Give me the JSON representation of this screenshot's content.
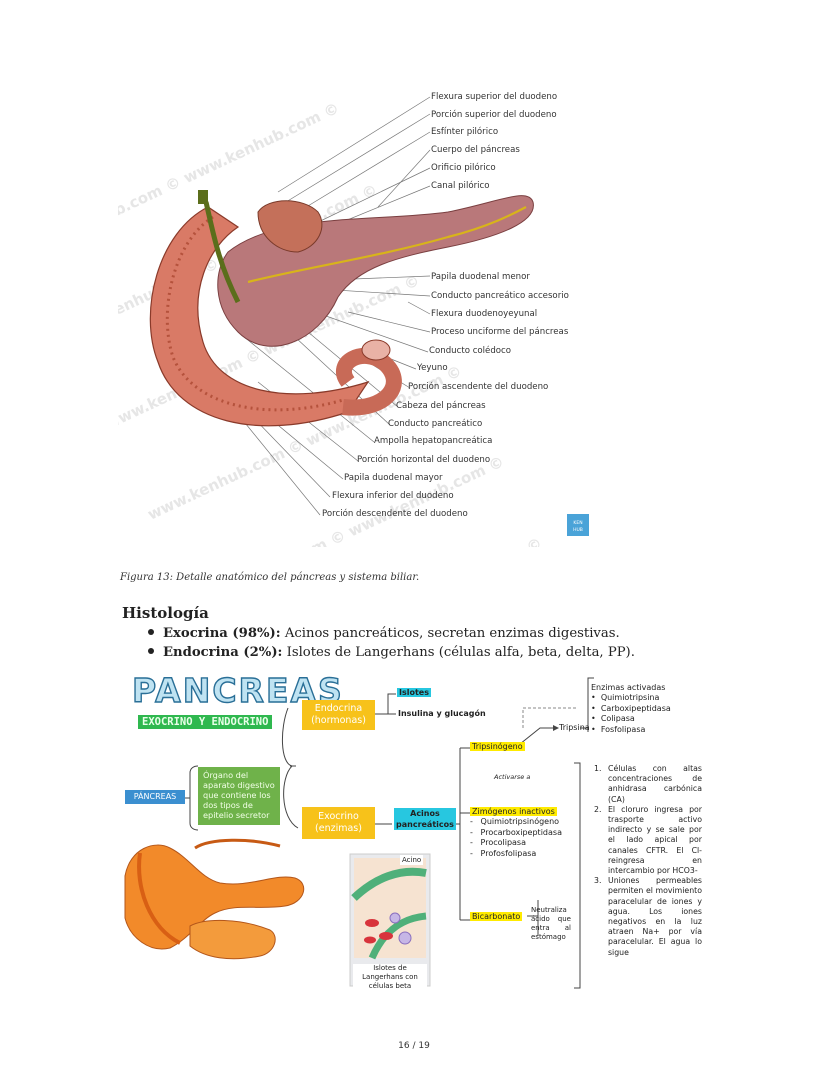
{
  "figure1": {
    "labels": [
      "Flexura superior del duodeno",
      "Porción superior del duodeno",
      "Esfínter pilórico",
      "Cuerpo del páncreas",
      "Orificio pilórico",
      "Canal pilórico",
      "Papila duodenal menor",
      "Conducto pancreático accesorio",
      "Flexura duodenoyeyunal",
      "Proceso unciforme del páncreas",
      "Conducto colédoco",
      "Yeyuno",
      "Porción ascendente del duodeno",
      "Cabeza del páncreas",
      "Conducto pancreático",
      "Ampolla hepatopancreática",
      "Porción horizontal del duodeno",
      "Papila duodenal mayor",
      "Flexura inferior del duodeno",
      "Porción descendente del duodeno"
    ],
    "watermark": "www.kenhub.com ©",
    "logo": "KEN HUB"
  },
  "caption": "Figura 13: Detalle anatómico del páncreas y sistema biliar.",
  "heading": "Histología",
  "bullets": [
    {
      "bold": "Exocrina (98%):",
      "text": " Acinos pancreáticos, secretan enzimas digestivas."
    },
    {
      "bold": "Endocrina (2%):",
      "text": " Islotes de Langerhans (células alfa, beta, delta, PP)."
    }
  ],
  "mindmap": {
    "title": "PANCREAS",
    "subtitle": "EXOCRINO Y ENDOCRINO",
    "root": "PÁNCREAS",
    "definition": "Órgano del aparato digestivo que contiene los dos tipos de epitelio secretor",
    "endocrina": "Endocrina (hormonas)",
    "islotes": "Islotes",
    "insulina": "Insulina y glucagón",
    "exocrino": "Exocrino (enzimas)",
    "acinos": "Acinos pancreáticos",
    "tripsinogeno": "Tripsinógeno",
    "activarse": "Activarse a",
    "tripsina": "Tripsina",
    "enzimas_title": "Enzimas activadas",
    "enzimas": [
      "Quimiotripsina",
      "Carboxipeptidasa",
      "Colipasa",
      "Fosfolipasa"
    ],
    "zimogenos_title": "Zimógenos inactivos",
    "zimogenos": [
      "Quimiotripsinógeno",
      "Procarboxipeptidasa",
      "Procolipasa",
      "Profosfolipasa"
    ],
    "bicarbonato": "Bicarbonato",
    "neutraliza": "Neutraliza ácido que entra al estómago",
    "notes": [
      "Células con altas concentraciones de anhidrasa carbónica (CA)",
      "El cloruro ingresa por trasporte activo indirecto y se sale por el lado apical por canales CFTR. El Cl- reingresa en intercambio por HCO3-",
      "Uniones permeables permiten el movimiento paracelular de iones y agua. Los iones negativos en la luz atraen Na+ por vía paracelular. El agua lo sigue"
    ],
    "acino_label": "Acino",
    "islotes_caption": "Islotes de Langerhans con células beta"
  },
  "footer": "16 / 19"
}
